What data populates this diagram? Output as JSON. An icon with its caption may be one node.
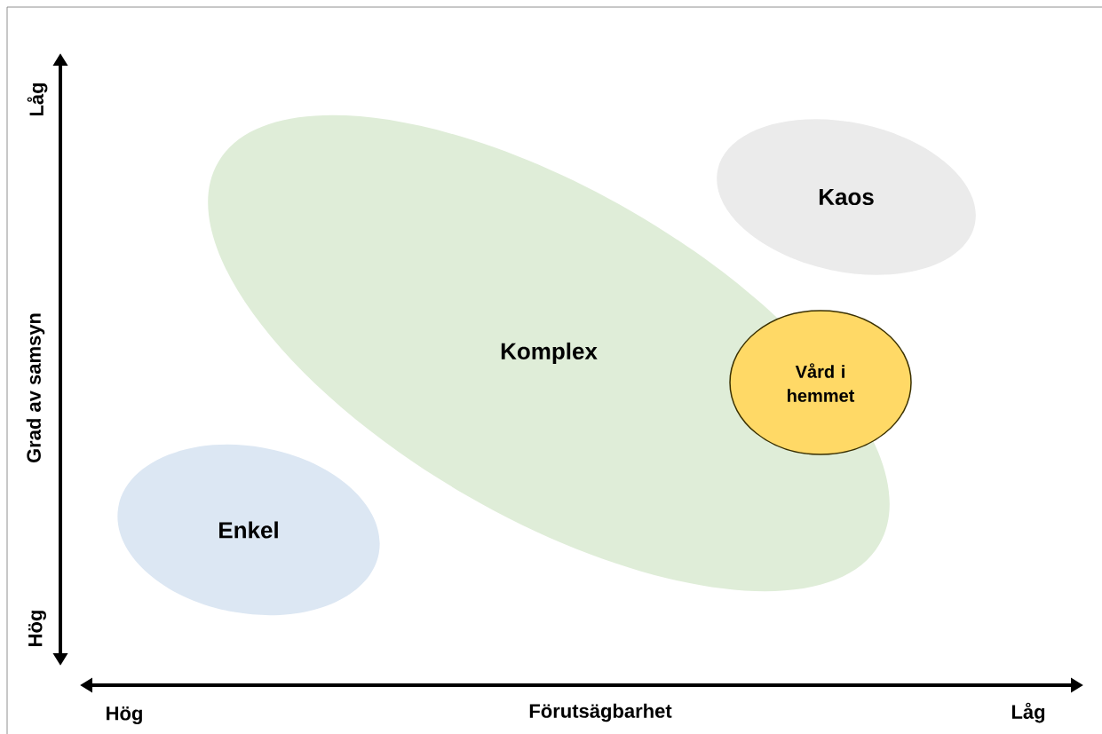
{
  "diagram": {
    "nodes": [
      {
        "text": [
          "Komplex"
        ]
      },
      {
        "text": [
          "Kaos"
        ]
      },
      {
        "text": [
          "Vård i hemmet"
        ]
      },
      {
        "text": [
          "Enkel"
        ]
      }
    ],
    "labels": [
      "Låg",
      "Grad av samsyn",
      "Hög",
      "Hög",
      "Förutsägbarhet",
      "Låg"
    ]
  }
}
